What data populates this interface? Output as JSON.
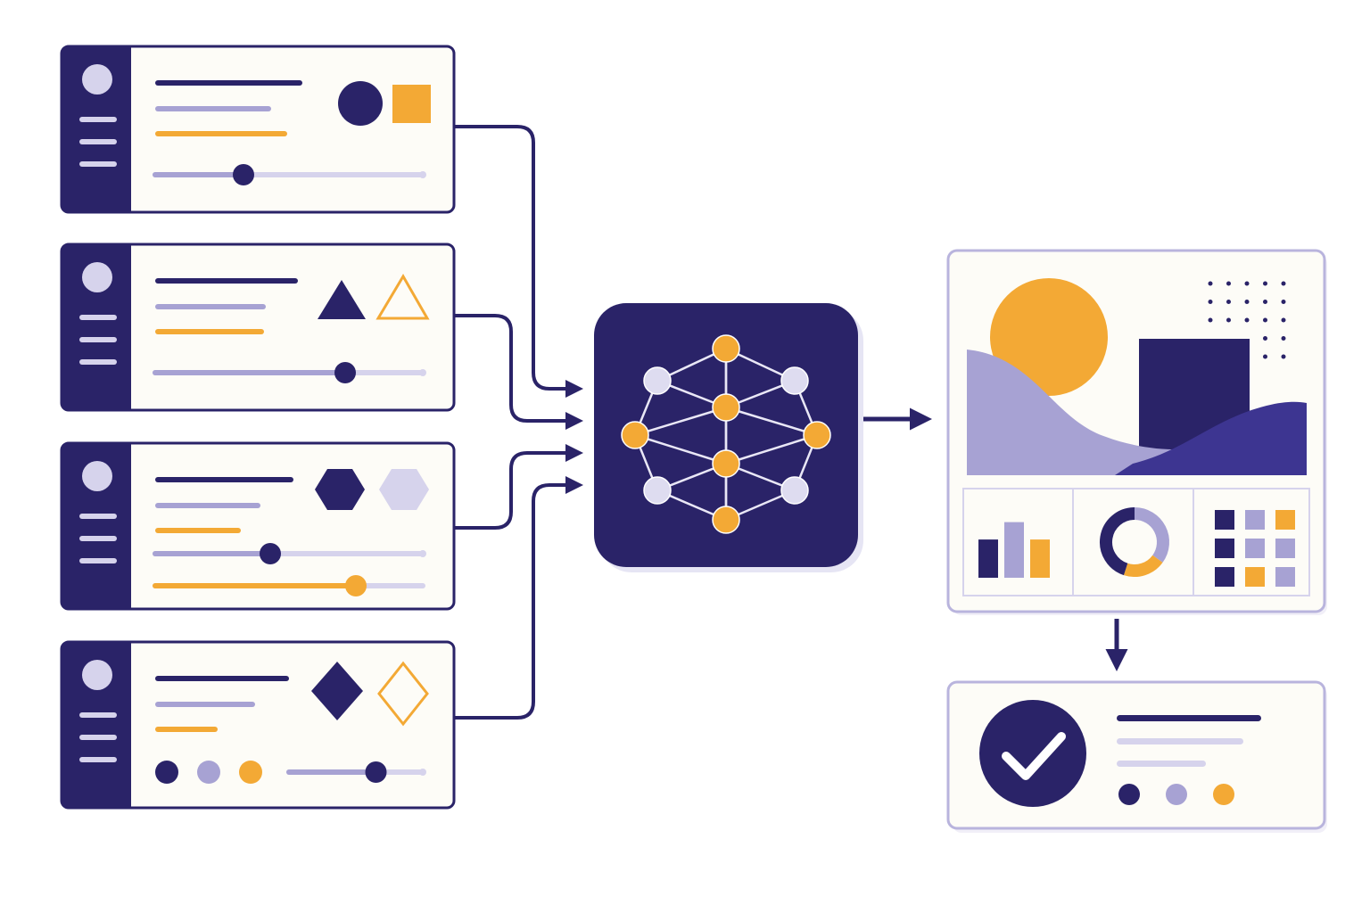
{
  "colors": {
    "navy": "#2a2368",
    "lavender": "#a7a2d3",
    "lavender_light": "#d6d3ec",
    "orange": "#f3a935",
    "card_bg": "#fdfcf7",
    "card_border": "#2a2368",
    "output_border": "#b9b4dd"
  },
  "input_cards": [
    {
      "shapes": [
        "filled-circle-icon",
        "filled-square-icon"
      ],
      "sliders": [
        0.33
      ],
      "orange_slider": null
    },
    {
      "shapes": [
        "filled-triangle-icon",
        "outline-triangle-icon"
      ],
      "sliders": [
        0.71
      ],
      "orange_slider": null
    },
    {
      "shapes": [
        "filled-hexagon-icon",
        "light-hexagon-icon"
      ],
      "sliders": [
        0.43
      ],
      "orange_slider": 0.75
    },
    {
      "shapes": [
        "filled-diamond-icon",
        "outline-diamond-icon"
      ],
      "sliders": [
        0.65
      ],
      "orange_slider": null
    }
  ],
  "center_node": {
    "icon": "neural-network-icon"
  },
  "output_panel": {
    "hero_icons": [
      "sun-icon",
      "square-icon",
      "wave-icon",
      "dot-grid-icon"
    ],
    "mini_bar_values": [
      0.55,
      0.8,
      0.55
    ],
    "donut_share": {
      "navy": 0.45,
      "lavender": 0.35,
      "orange": 0.2
    },
    "tile_grid": [
      [
        "navy",
        "lavender",
        "orange"
      ],
      [
        "navy",
        "lavender",
        "lavender"
      ],
      [
        "navy",
        "orange",
        "lavender"
      ]
    ]
  },
  "result_card": {
    "icon": "checkmark-icon",
    "status_dots": [
      "navy",
      "lavender",
      "orange"
    ]
  }
}
